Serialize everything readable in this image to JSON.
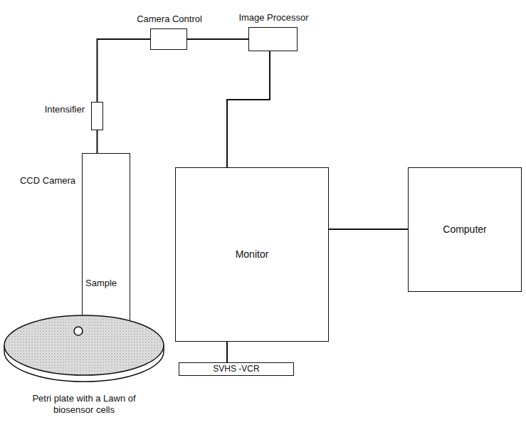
{
  "diagram": {
    "nodes": [
      {
        "text": [
          "Camera Control"
        ]
      },
      {
        "text": [
          "Image Processor"
        ]
      },
      {
        "text": [
          "Intensifier"
        ]
      },
      {
        "text": [
          "CCD Camera"
        ]
      },
      {
        "text": [
          "Monitor"
        ]
      },
      {
        "text": [
          "Computer"
        ]
      },
      {
        "text": [
          "SVHS -VCR"
        ]
      },
      {
        "text": [
          "Petri plate with a Lawn of biosensor cells"
        ]
      }
    ],
    "edges": [
      {
        "from": 2,
        "to": 0,
        "arrow": "none"
      },
      {
        "from": 0,
        "to": 1,
        "arrow": "none"
      },
      {
        "from": 1,
        "to": 4,
        "arrow": "none"
      },
      {
        "from": 2,
        "to": 3,
        "arrow": "none"
      },
      {
        "from": 4,
        "to": 5,
        "arrow": "none"
      },
      {
        "from": 4,
        "to": 6,
        "arrow": "none"
      }
    ],
    "labels": [
      "Sample"
    ]
  }
}
